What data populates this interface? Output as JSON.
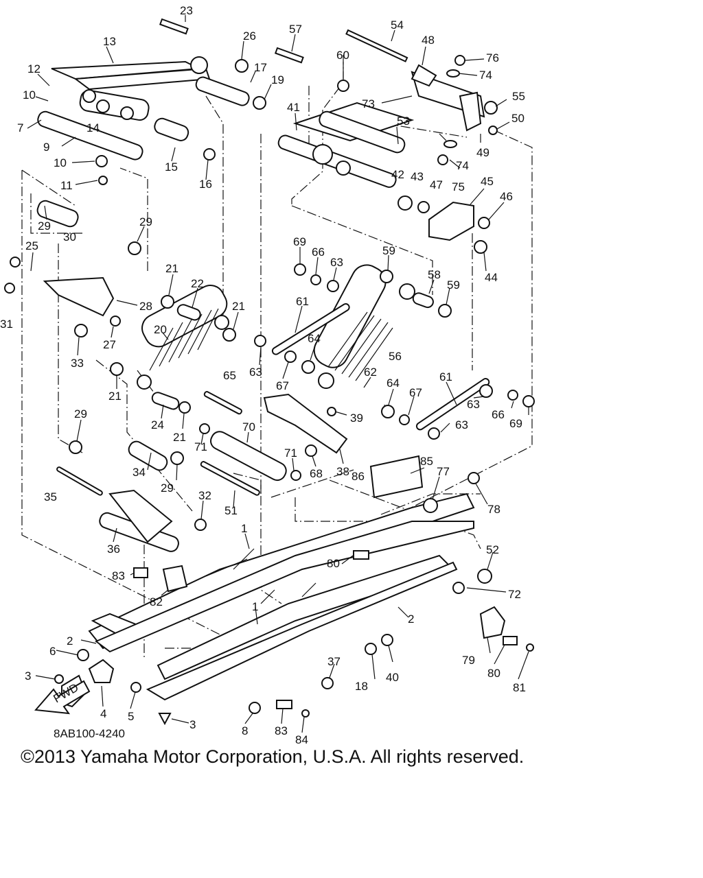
{
  "diagram": {
    "drawing_code": "8AB100-4240",
    "fwd_label": "FWD",
    "callouts": {
      "c23": "23",
      "c26": "26",
      "c57": "57",
      "c54": "54",
      "c48": "48",
      "c76": "76",
      "c13": "13",
      "c17": "17",
      "c19": "19",
      "c60": "60",
      "c74a": "74",
      "c55": "55",
      "c12": "12",
      "c73": "73",
      "c50": "50",
      "c10a": "10",
      "c41": "41",
      "c53": "53",
      "c7": "7",
      "c14": "14",
      "c49": "49",
      "c9": "9",
      "c15": "15",
      "c74b": "74",
      "c10b": "10",
      "c16": "16",
      "c42": "42",
      "c43": "43",
      "c47": "47",
      "c75": "75",
      "c45": "45",
      "c11": "11",
      "c46": "46",
      "c29a": "29",
      "c30": "30",
      "c29b": "29",
      "c44": "44",
      "c69a": "69",
      "c66a": "66",
      "c63a": "63",
      "c59a": "59",
      "c25": "25",
      "c58": "58",
      "c59b": "59",
      "c21a": "21",
      "c22": "22",
      "c61a": "61",
      "c31": "31",
      "c28": "28",
      "c21b": "21",
      "c20": "20",
      "c64a": "64",
      "c27": "27",
      "c33": "33",
      "c63b": "63",
      "c67a": "67",
      "c56": "56",
      "c21c": "21",
      "c65": "65",
      "c62": "62",
      "c61b": "61",
      "c64b": "64",
      "c67b": "67",
      "c63c": "63",
      "c66b": "66",
      "c69b": "69",
      "c39": "39",
      "c24": "24",
      "c21d": "21",
      "c70": "70",
      "c63d": "63",
      "c29c": "29",
      "c71a": "71",
      "c71b": "71",
      "c85": "85",
      "c77": "77",
      "c68": "68",
      "c38": "38",
      "c86": "86",
      "c34": "34",
      "c29d": "29",
      "c35": "35",
      "c32": "32",
      "c78": "78",
      "c51": "51",
      "c1a": "1",
      "c52": "52",
      "c36": "36",
      "c80a": "80",
      "c72": "72",
      "c83a": "83",
      "c82": "82",
      "c1b": "1",
      "c2a": "2",
      "c2b": "2",
      "c79": "79",
      "c6": "6",
      "c37": "37",
      "c40": "40",
      "c18": "18",
      "c80b": "80",
      "c81": "81",
      "c3a": "3",
      "c4": "4",
      "c5": "5",
      "c3b": "3",
      "c8": "8",
      "c83b": "83",
      "c84": "84"
    }
  },
  "footer": {
    "copyright": "©2013 Yamaha Motor Corporation, U.S.A. All rights reserved."
  }
}
